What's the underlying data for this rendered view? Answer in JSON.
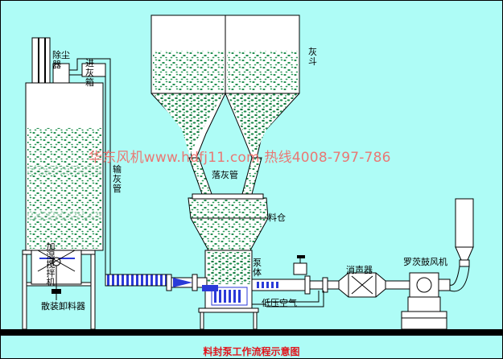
{
  "labels": {
    "dust_collector": "除尘器",
    "ash_inlet": "进灰箱",
    "ash_pipe": "输灰管",
    "ash_hopper": "灰斗",
    "drop_pipe": "落灰管",
    "feed_bin": "料仓",
    "pump_body": "泵体",
    "silencer": "消声器",
    "roots_blower": "罗茨鼓风机",
    "low_pressure_air": "低压空气",
    "humidifier_mixer": "加湿搅拌机",
    "bulk_unloader": "散装卸料器"
  },
  "watermark": "华东风机www.hdfj11.com 热线4008-797-786",
  "caption": "料封泵工作流程示意图",
  "colors": {
    "background": "#aefcf6",
    "vessel_fill": "#ffffff",
    "speckle": "#1a8a4a",
    "pipe_blue": "#2a3ad8",
    "watermark": "#f06a66",
    "caption": "#e0141c"
  }
}
